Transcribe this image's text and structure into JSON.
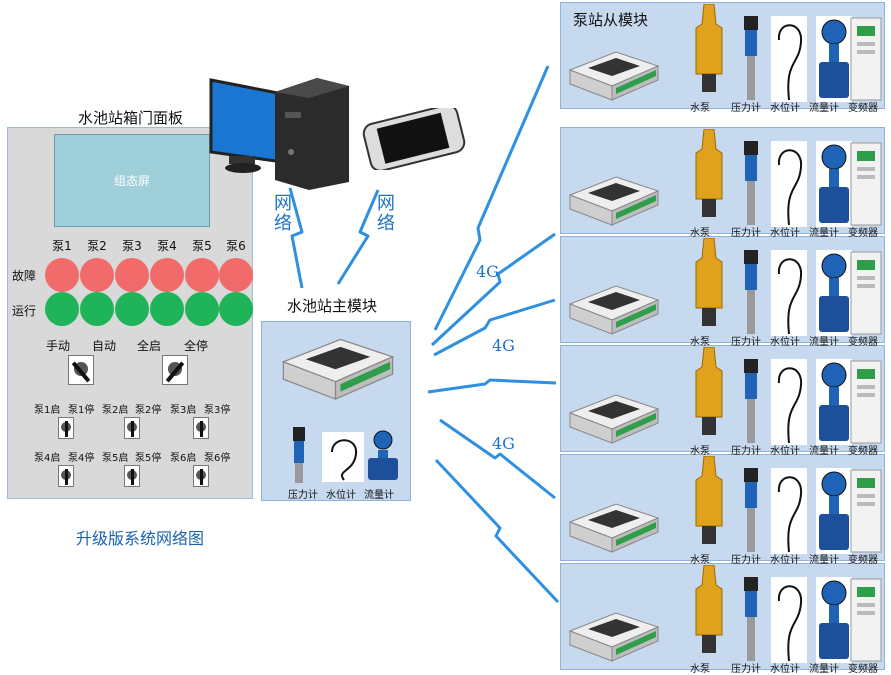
{
  "door_panel": {
    "title": "水池站箱门面板",
    "screen_label": "组态屏",
    "pumps": [
      "泵1",
      "泵2",
      "泵3",
      "泵4",
      "泵5",
      "泵6"
    ],
    "fault_label": "故障",
    "run_label": "运行",
    "mode_labels": [
      "手动",
      "自动",
      "全启",
      "全停"
    ],
    "switch_labels": [
      "泵1启",
      "泵1停",
      "泵2启",
      "泵2停",
      "泵3启",
      "泵3停",
      "泵4启",
      "泵4停",
      "泵5启",
      "泵5停",
      "泵6启",
      "泵6停"
    ],
    "colors": {
      "fault": "#f26b6b",
      "run": "#1fb35a",
      "screen": "#9fd0da"
    }
  },
  "main_module": {
    "title": "水池站主模块",
    "devices": [
      "压力计",
      "水位计",
      "流量计"
    ]
  },
  "slave_module": {
    "title": "泵站从模块",
    "devices": [
      "水泵",
      "压力计",
      "水位计",
      "流量计",
      "变频器"
    ]
  },
  "links": {
    "network": "网络",
    "cellular": "4G"
  },
  "caption": "升级版系统网络图",
  "colors": {
    "accent": "#1a73c9",
    "module_bg": "#c7d9ef"
  }
}
